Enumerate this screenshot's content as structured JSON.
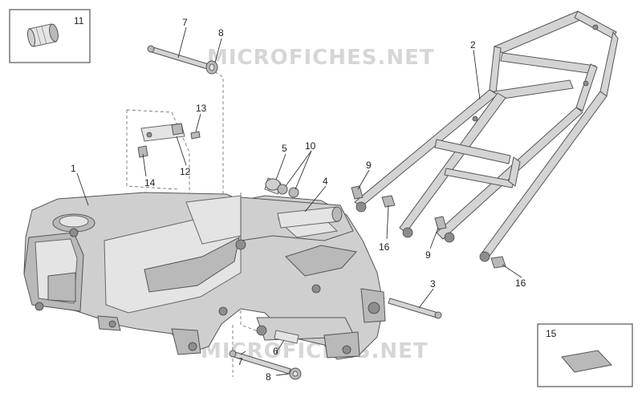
{
  "watermarks": [
    "MICROFICHES.NET",
    "MICROFICHES.NET"
  ],
  "callouts": [
    "11",
    "7",
    "8",
    "13",
    "12",
    "14",
    "1",
    "5",
    "10",
    "4",
    "2",
    "9",
    "16",
    "9",
    "16",
    "3",
    "6",
    "7",
    "8",
    "15"
  ]
}
